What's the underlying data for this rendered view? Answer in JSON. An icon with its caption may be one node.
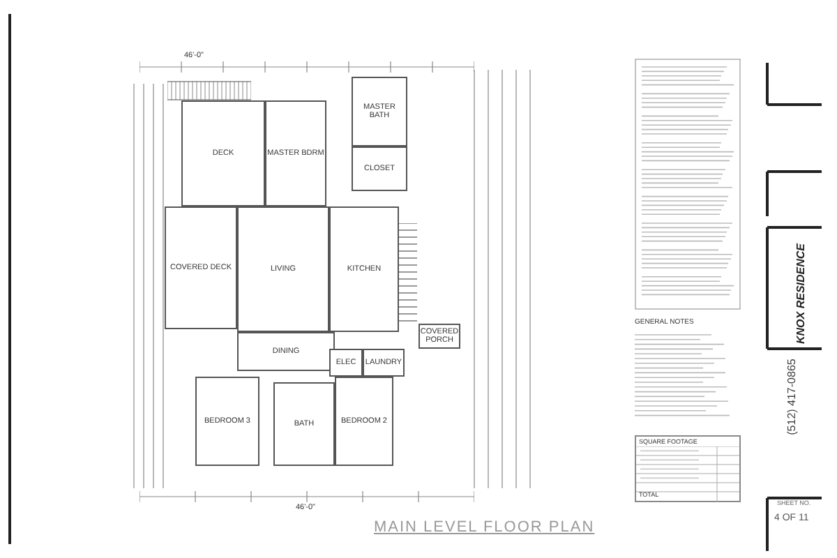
{
  "diagram": {
    "title": "MAIN LEVEL FLOOR PLAN",
    "nodes": [
      {
        "text": [
          "DECK"
        ]
      },
      {
        "text": [
          "MASTER BDRM"
        ]
      },
      {
        "text": [
          "MASTER BATH"
        ]
      },
      {
        "text": [
          "CLOSET"
        ]
      },
      {
        "text": [
          "COVERED DECK"
        ]
      },
      {
        "text": [
          "LIVING"
        ]
      },
      {
        "text": [
          "KITCHEN"
        ]
      },
      {
        "text": [
          "DINING"
        ]
      },
      {
        "text": [
          "COVERED PORCH"
        ]
      },
      {
        "text": [
          "ELEC"
        ]
      },
      {
        "text": [
          "LAUNDRY"
        ]
      },
      {
        "text": [
          "BEDROOM 3"
        ]
      },
      {
        "text": [
          "BATH"
        ]
      },
      {
        "text": [
          "BEDROOM 2"
        ]
      }
    ],
    "labels": [
      "46'-0\"",
      "46'-0\"",
      "GENERAL NOTES",
      "SQUARE FOOTAGE",
      "TOTAL",
      "KNOX RESIDENCE",
      "(512) 417-0865",
      "SHEET NO.",
      "4 OF 11"
    ]
  }
}
